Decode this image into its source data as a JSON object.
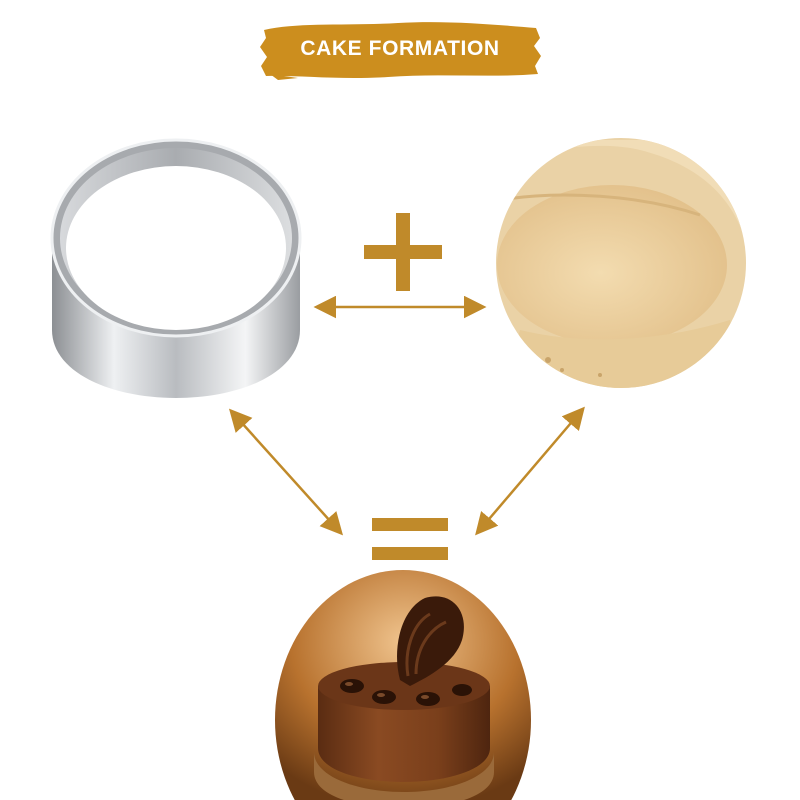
{
  "banner": {
    "title": "CAKE FORMATION"
  },
  "colors": {
    "accent": "#c08a2a",
    "banner": "#cc8e1e"
  },
  "items": [
    {
      "name": "stainless-steel-ring-mold"
    },
    {
      "name": "rolled-dough"
    },
    {
      "name": "chocolate-mousse-cake"
    }
  ],
  "symbols": [
    "plus-sign",
    "equals-sign"
  ]
}
